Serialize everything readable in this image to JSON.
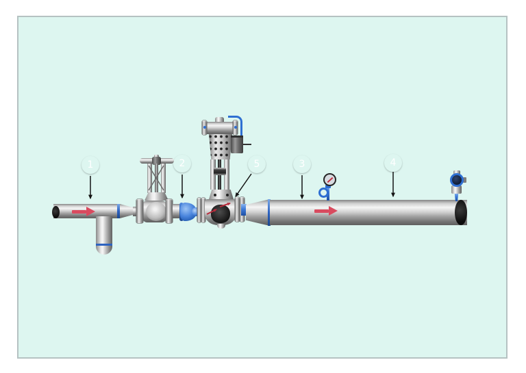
{
  "diagram": {
    "callouts": [
      {
        "label": "1"
      },
      {
        "label": "2"
      },
      {
        "label": "5"
      },
      {
        "label": "3"
      },
      {
        "label": "4"
      }
    ],
    "colors": {
      "panel_background": "#ddf6f0",
      "panel_border": "#b5c2c2",
      "callout_red": "#c22f3e",
      "flow_arrow_red": "#d94b5f",
      "fitting_blue": "#2e6fd2"
    }
  }
}
